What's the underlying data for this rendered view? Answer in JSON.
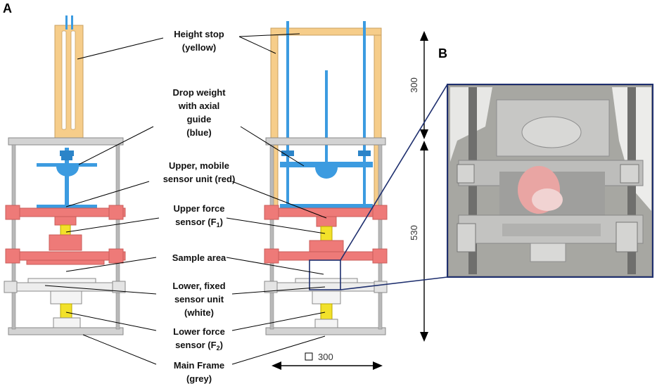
{
  "panels": {
    "a": "A",
    "b": "B"
  },
  "labels": {
    "height_stop": [
      "Height stop",
      "(yellow)"
    ],
    "drop_weight": [
      "Drop weight",
      "with axial",
      "guide",
      "(blue)"
    ],
    "upper_unit": [
      "Upper, mobile",
      "sensor unit (red)"
    ],
    "upper_force": [
      "Upper force",
      "sensor (F",
      "1",
      ")"
    ],
    "sample_area": [
      "Sample area"
    ],
    "lower_unit": [
      "Lower, fixed",
      "sensor unit",
      "(white)"
    ],
    "lower_force": [
      "Lower force",
      "sensor (F",
      "2",
      ")"
    ],
    "main_frame": [
      "Main Frame",
      "(grey)"
    ]
  },
  "dimensions": {
    "top_height": "300",
    "frame_height": "530",
    "width": "300"
  },
  "colors": {
    "frame_grey": "#a6a6a6",
    "height_stop_yellow": "#f6cd8a",
    "drop_weight_blue": "#3c9be0",
    "upper_unit_red": "#ee7a78",
    "lower_unit_white": "#ededed",
    "force_sensor_yellow": "#f2e12a",
    "inset_border_navy": "#1e2f6e"
  }
}
